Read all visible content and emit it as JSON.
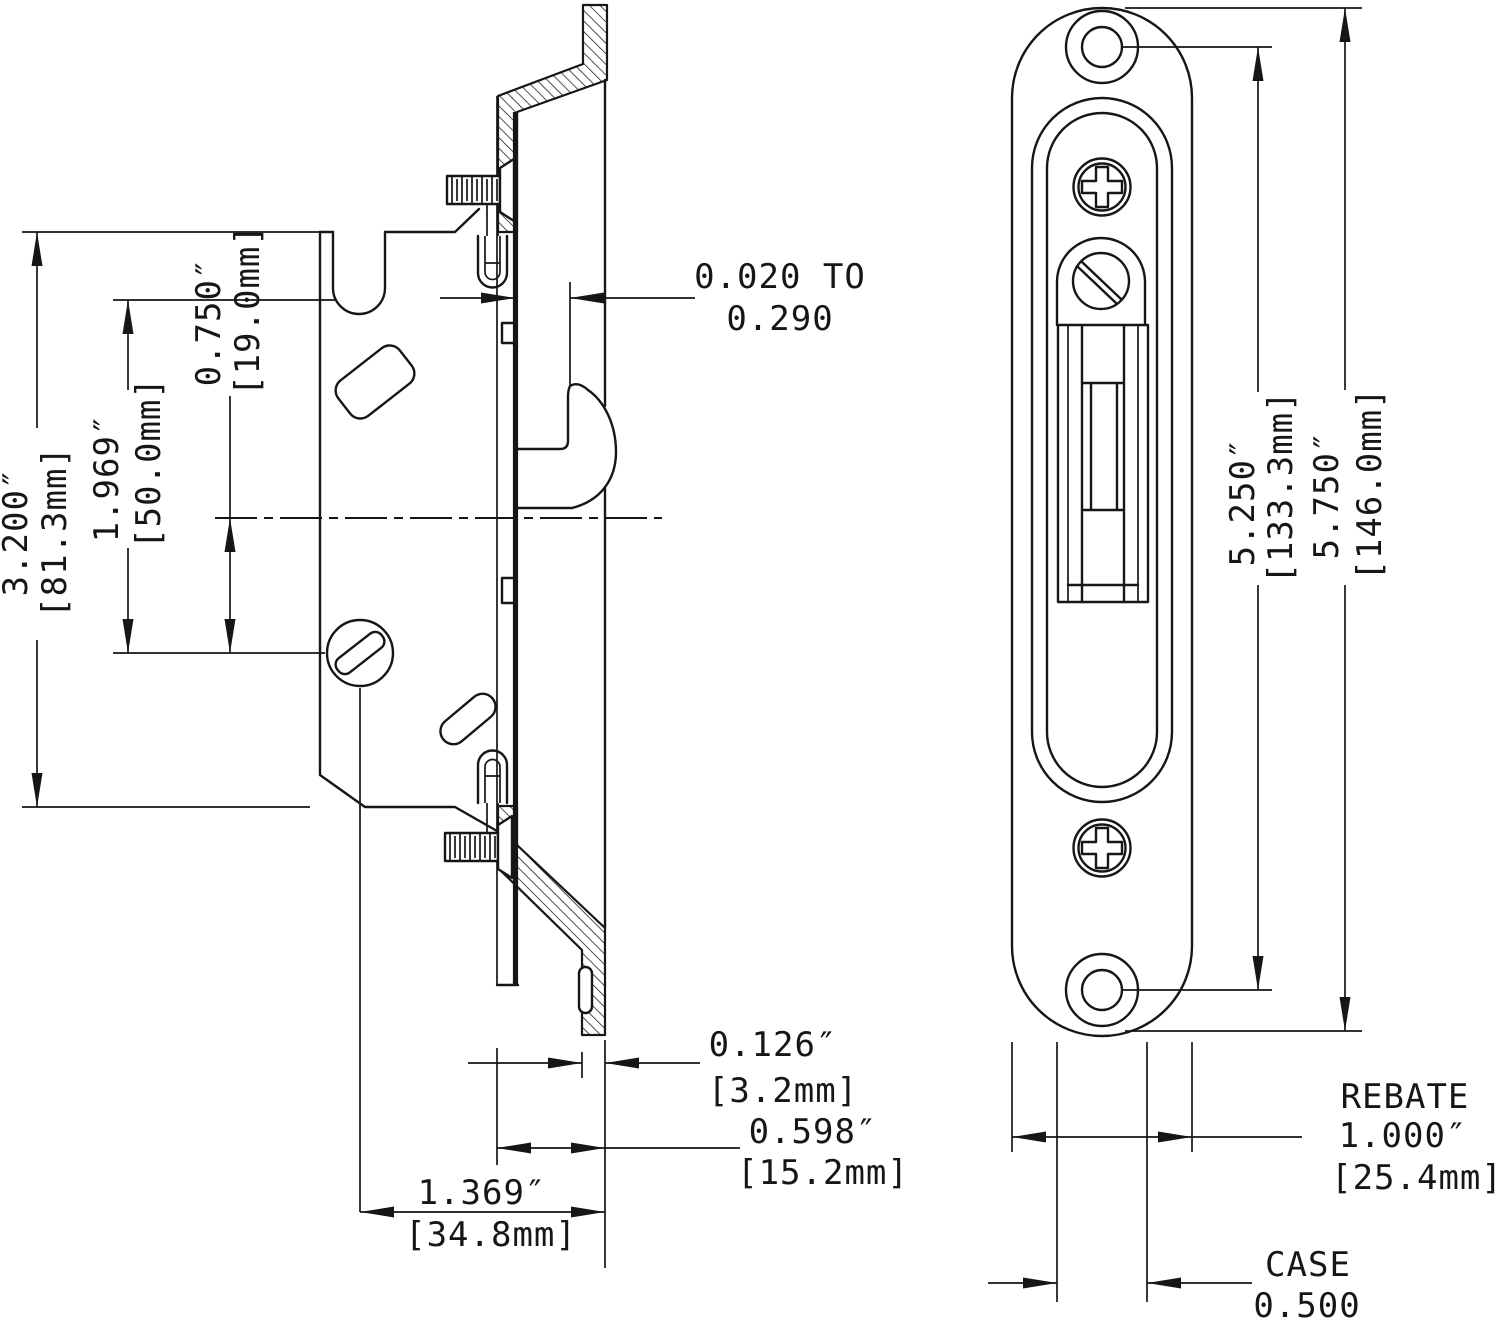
{
  "drawing": {
    "background": "#ffffff",
    "line_color": "#161616",
    "side_view": {
      "height_in": "3.200″",
      "height_mm": "[81.3mm]",
      "center_to_cam_in": "0.750″",
      "center_to_cam_mm": "[19.0mm]",
      "slot_to_cam_in": "1.969″",
      "slot_to_cam_mm": "[50.0mm]",
      "adjust_range_line1": "0.020 TO",
      "adjust_range_line2": "0.290",
      "flange_thickness_in": "0.126″",
      "flange_thickness_mm": "[3.2mm]",
      "face_offset_in": "0.598″",
      "face_offset_mm": "[15.2mm]",
      "cam_to_flange_in": "1.369″",
      "cam_to_flange_mm": "[34.8mm]"
    },
    "face_view": {
      "hole_spacing_in": "5.250″",
      "hole_spacing_mm": "[133.3mm]",
      "plate_length_in": "5.750″",
      "plate_length_mm": "[146.0mm]",
      "rebate_label": "REBATE",
      "rebate_in": "1.000″",
      "rebate_mm": "[25.4mm]",
      "case_label": "CASE",
      "case_value": "0.500"
    }
  }
}
